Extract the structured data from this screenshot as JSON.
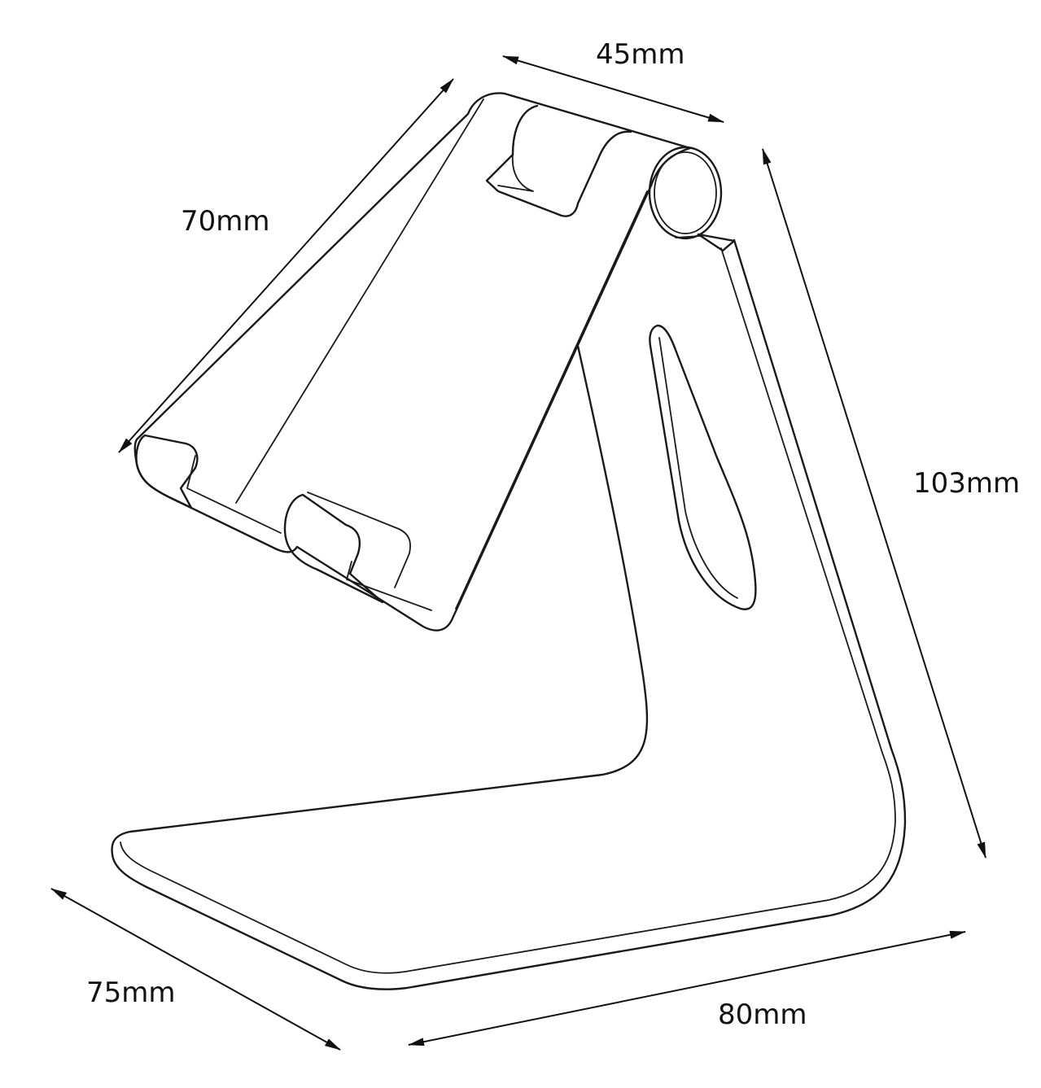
{
  "product": "tablet-stand",
  "dimensions": {
    "top_width": "45mm",
    "back_height": "70mm",
    "total_height": "103mm",
    "base_depth": "75mm",
    "base_width": "80mm"
  },
  "colors": {
    "line": "#1a1a1a",
    "background": "#ffffff"
  }
}
